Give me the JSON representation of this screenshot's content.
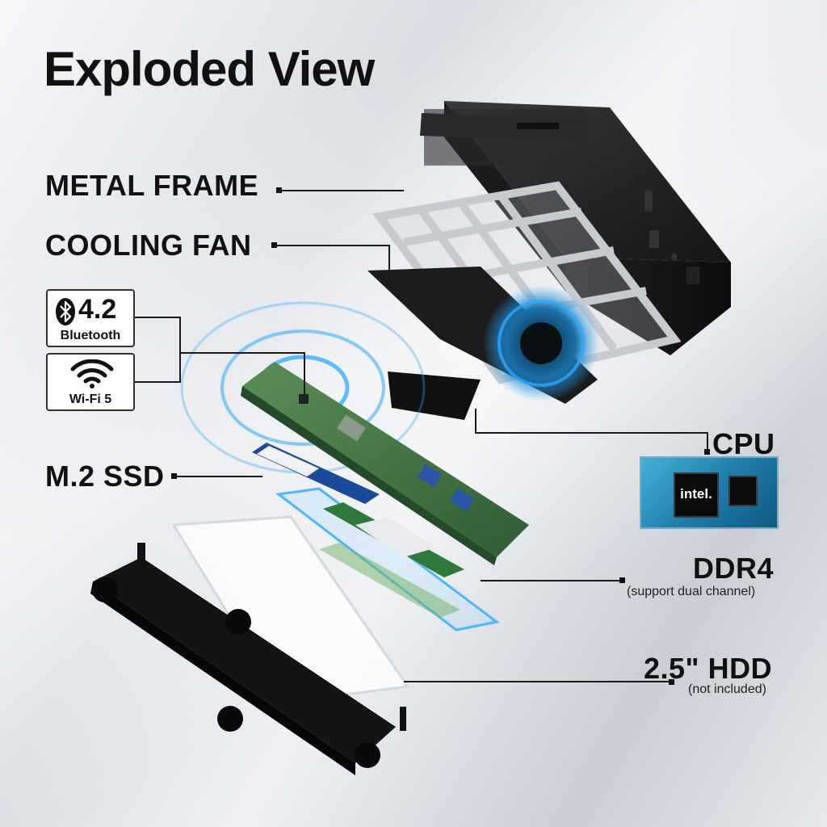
{
  "title": "Exploded View",
  "labels": {
    "metal_frame": "METAL FRAME",
    "cooling_fan": "COOLING FAN",
    "m2_ssd": "M.2 SSD",
    "cpu": "CPU",
    "ddr4": "DDR4",
    "ddr4_sub": "(support dual channel)",
    "hdd": "2.5\" HDD",
    "hdd_sub": "(not included)"
  },
  "badges": {
    "bluetooth": {
      "value": "4.2",
      "label": "Bluetooth",
      "icon": "bluetooth-icon"
    },
    "wifi": {
      "label": "Wi-Fi 5",
      "icon": "wifi-icon"
    }
  },
  "cpu_chip": {
    "brand": "intel."
  },
  "colors": {
    "glow": "#2aa8ff",
    "cpu_card": "#1f7fa8",
    "text": "#111111"
  }
}
